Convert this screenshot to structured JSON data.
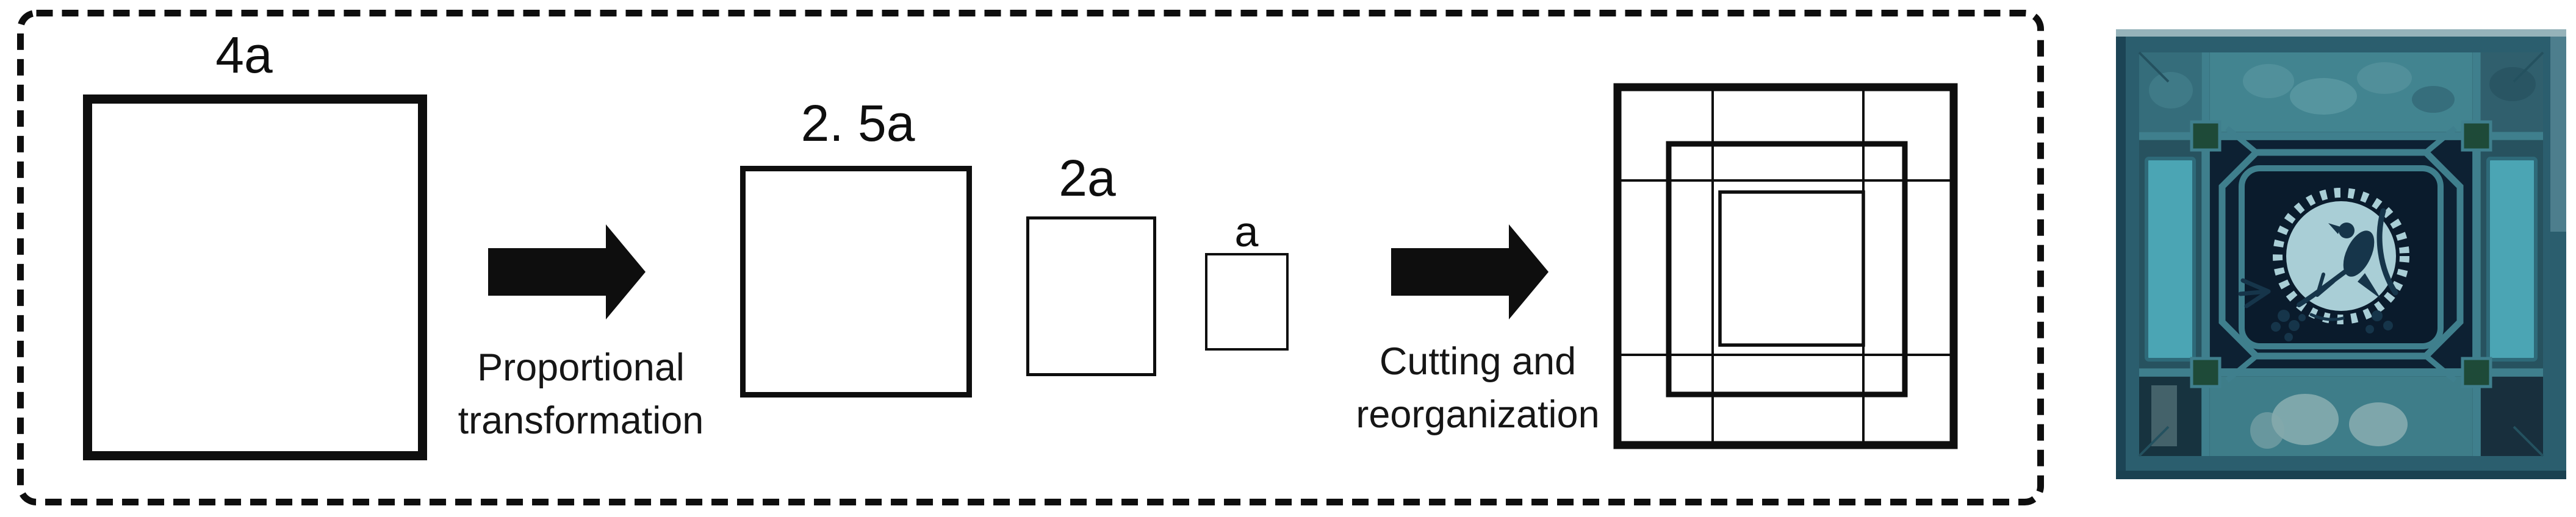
{
  "figure": {
    "background": "#ffffff",
    "ink": "#0e0e0e",
    "process_box": {
      "squares": [
        {
          "label": "4a"
        },
        {
          "label": "2. 5a"
        },
        {
          "label": "2a"
        },
        {
          "label": "a"
        }
      ],
      "steps": [
        {
          "line1": "Proportional",
          "line2": "transformation"
        },
        {
          "line1": "Cutting and",
          "line2": "reorganization"
        }
      ],
      "result": {
        "name": "nested-squares-lattice-pattern"
      }
    },
    "photo": {
      "name": "traditional-window-lattice-photo",
      "colors": {
        "frame": "#2b5e6e",
        "frame_dark": "#17394a",
        "lattice": "#3f7f8d",
        "glass_dark": "#0d2133",
        "glass_mottled_light": "#428490",
        "glass_mottled_dark": "#32646f",
        "cell_dim": "#27525f",
        "cell_darkest": "#17333f",
        "side_panel": "#4ba5b4",
        "medallion": "#a9ced6",
        "silhouette": "#16354a",
        "corner_square": "#1e4a38",
        "blob_light": "#8fb2b4",
        "highlight": "#cfe0e4"
      }
    }
  }
}
